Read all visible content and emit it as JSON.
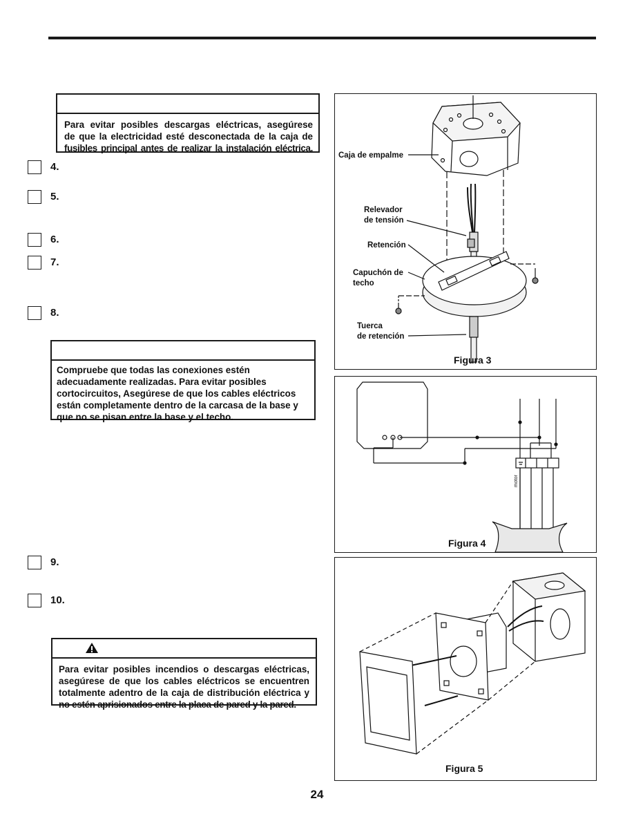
{
  "notices": {
    "electrical": {
      "lines": [
        "Para evitar posibles descargas eléctricas, asegúrese",
        "de que la electricidad esté desconectada de la caja de",
        "fusibles principal antes de realizar la instalación eléctrica."
      ]
    },
    "connections": {
      "lines": [
        "Compruebe que todas las conexiones estén",
        "adecuadamente realizadas. Para evitar posibles",
        "cortocircuitos, Asegúrese de que los cables eléctricos",
        "están completamente dentro de la carcasa de la base y",
        "que no se pisan entre la base y el techo."
      ]
    },
    "warning": {
      "icon": "warning-triangle-icon",
      "lines": [
        "Para evitar posibles incendios o descargas eléctricas,",
        "asegúrese de que los cables eléctricos se encuentren",
        "totalmente adentro de la caja de distribución eléctrica y",
        "no estén aprisionados entre la placa de pared y la pared."
      ]
    }
  },
  "steps": [
    "4.",
    "5.",
    "6.",
    "7.",
    "8.",
    "9.",
    "10."
  ],
  "figure3": {
    "title": "Figura 3",
    "labels": {
      "junction_box": "Caja de empalme",
      "strain_relief_1": "Relevador",
      "strain_relief_2": "de tensión",
      "retention": "Retención",
      "canopy_1": "Capuchón de",
      "canopy_2": "techo",
      "nut_1": "Tuerca",
      "nut_2": "de retención"
    }
  },
  "figure4": {
    "title": "Figura 4",
    "motor_label": "motor"
  },
  "figure5": {
    "title": "Figura 5"
  },
  "page_number": "24"
}
